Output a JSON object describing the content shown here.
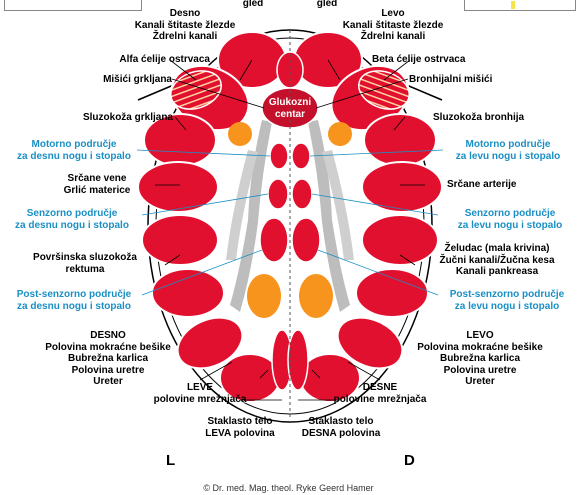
{
  "colors": {
    "organ_red": "#e2102f",
    "outline_red": "#ffffff",
    "gray_channel": "#bdbdbd",
    "orange": "#f7941d",
    "label_blue": "#1a8fc4",
    "center_red": "#c4102a"
  },
  "top": {
    "gled_left": "gled",
    "gled_right": "gled"
  },
  "labels": {
    "desno_top": [
      "Desno",
      "Kanali štitaste žlezde",
      "Ždrelni kanali"
    ],
    "levo_top": [
      "Levo",
      "Kanali štitaste žlezde",
      "Ždrelni kanali"
    ],
    "alfa": "Alfa ćelije ostrvaca",
    "beta": "Beta ćelije ostrvaca",
    "misici_grkljana": "Mišići grkljana",
    "bronhijalni": "Bronhijalni mišići",
    "glukozni": [
      "Glukozni",
      "centar"
    ],
    "sluz_grkljana": "Sluzokoža grkljana",
    "sluz_bronhija": "Sluzokoža bronhija",
    "motor_desnu": [
      "Motorno područje",
      "za desnu nogu i stopalo"
    ],
    "motor_levu": [
      "Motorno područje",
      "za levu nogu i stopalo"
    ],
    "srcane_vene": [
      "Srčane vene",
      "Grlić materice"
    ],
    "srcane_arterije": "Srčane arterije",
    "senz_desnu": [
      "Senzorno područje",
      "za desnu nogu i stopalo"
    ],
    "senz_levu": [
      "Senzorno područje",
      "za levu nogu i stopalo"
    ],
    "povrsinska": [
      "Površinska sluzokoža",
      "rektuma"
    ],
    "zeludac": [
      "Želudac (mala krivina)",
      "Žučni kanali/Žučna kesa",
      "Kanali pankreasa"
    ],
    "post_desnu": [
      "Post-senzorno područje",
      "za desnu nogu i stopalo"
    ],
    "post_levu": [
      "Post-senzorno područje",
      "za levu nogu i stopalo"
    ],
    "desno_bottom": [
      "DESNO",
      "Polovina mokraćne bešike",
      "Bubrežna karlica",
      "Polovina uretre",
      "Ureter"
    ],
    "levo_bottom": [
      "LEVO",
      "Polovina mokraćne bešike",
      "Bubrežna karlica",
      "Polovina uretre",
      "Ureter"
    ],
    "leve_mrez": [
      "LEVE",
      "polovine mrežnjača"
    ],
    "desne_mrez": [
      "DESNE",
      "polovine mrežnjača"
    ],
    "staklasto_levo": [
      "Staklasto telo",
      "LEVA polovina"
    ],
    "staklasto_desno": [
      "Staklasto telo",
      "DESNA polovina"
    ],
    "side_L": "L",
    "side_D": "D",
    "copyright": "© Dr. med. Mag. theol. Ryke Geerd Hamer"
  }
}
